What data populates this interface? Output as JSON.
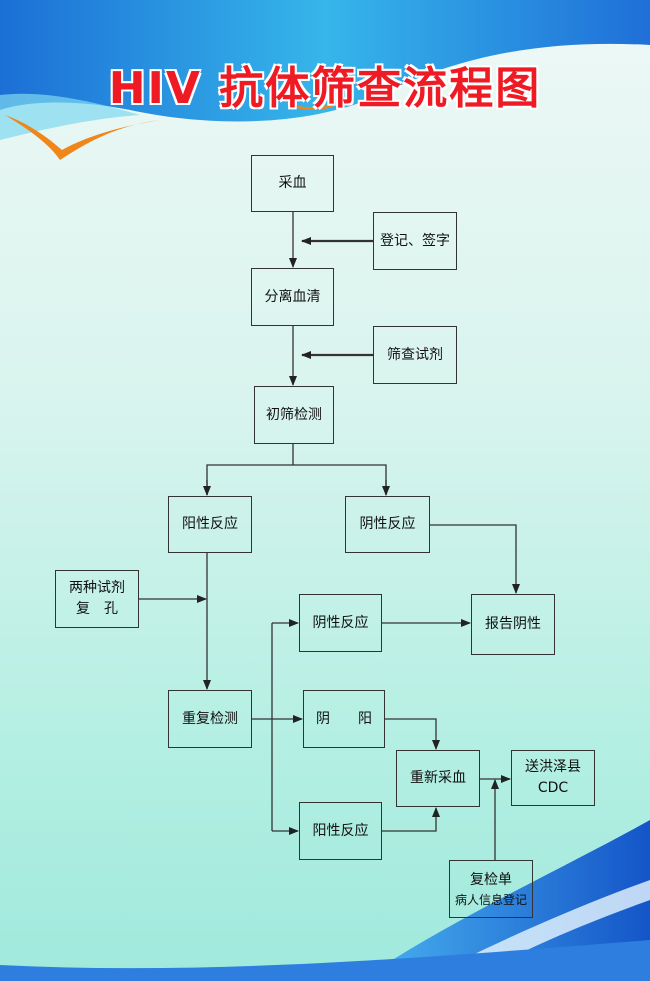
{
  "title": "HIV 抗体筛查流程图",
  "nodes": {
    "collect_blood": "采血",
    "register_sign": "登记、签字",
    "separate_serum": "分离血清",
    "screening_reagent": "筛查试剂",
    "initial_screening": "初筛检测",
    "positive_reaction_1": "阳性反应",
    "negative_reaction_1": "阴性反应",
    "two_reagents_line1": "两种试剂",
    "two_reagents_line2": "复　孔",
    "negative_reaction_2": "阴性反应",
    "report_negative": "报告阴性",
    "retest": "重复检测",
    "neg_pos": "阴　　阳",
    "recollect_blood": "重新采血",
    "send_cdc_line1": "送洪泽县",
    "send_cdc_line2": "CDC",
    "positive_reaction_2": "阳性反应",
    "retest_form_line1": "复检单",
    "retest_form_line2": "病人信息登记"
  }
}
